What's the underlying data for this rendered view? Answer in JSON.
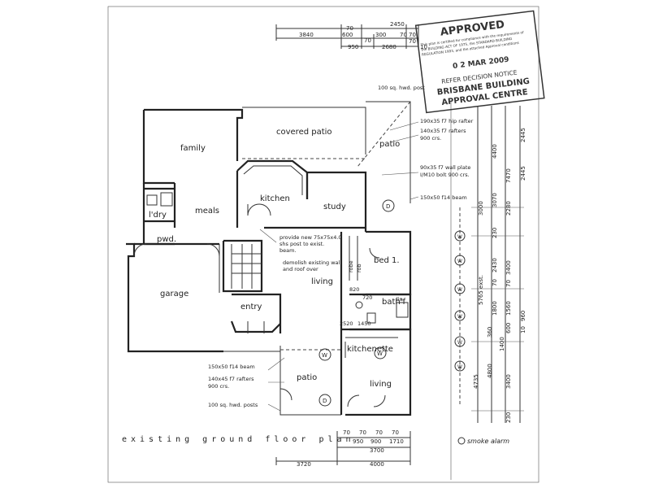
{
  "stamp": {
    "approved": "APPROVED",
    "fine_lines": [
      "This plan is certified for compliance with the requirements of",
      "the BUILDING ACT OF 1975, the STANDARD BUILDING",
      "REGULATION 1993, and the attached Approval conditions"
    ],
    "date": "0 2 MAR 2009",
    "refer": "REFER DECISION NOTICE",
    "org_line1": "BRISBANE BUILDING",
    "org_line2": "APPROVAL CENTRE"
  },
  "rooms": {
    "family": "family",
    "covered_patio": "covered patio",
    "patio_top": "patio",
    "meals": "meals",
    "kitchen": "kitchen",
    "study": "study",
    "ldry": "l'dry",
    "pwd": "pwd.",
    "garage": "garage",
    "living_main": "living",
    "bed": "bed 1.",
    "bath": "bath'f",
    "entry": "entry",
    "kitchenette": "kitchenette",
    "patio_bottom": "patio",
    "living_lower": "living"
  },
  "notes": {
    "post_top": "100 sq. hwd. post",
    "rafter_hip": "190x35 f7 hip rafter",
    "rafters_top_1": "140x35 f7 rafters",
    "rafters_top_2": "900 crs.",
    "wall_plate_1": "90x35 f7 wall plate",
    "wall_plate_2": "I/M10 bolt 900 crs.",
    "beam_top": "150x50 f14 beam",
    "provide_1": "provide new 75x75x4.0",
    "provide_2": "shs post to exist.",
    "provide_3": "beam.",
    "demolish_1": "demolish existing wall",
    "demolish_2": "and roof over",
    "beam_bottom": "150x50 f14 beam",
    "rafters_bottom_1": "140x45 f7 rafters",
    "rafters_bottom_2": "900 crs.",
    "posts_bottom": "100 sq. hwd. posts",
    "smoke_alarm": "smoke alarm",
    "robe": "robe",
    "rob": "rob",
    "linen": "lin."
  },
  "title": "existing ground floor plan",
  "dims_top": {
    "d2450": "2450",
    "d3840": "3840",
    "d70a": "70",
    "d600": "600",
    "d300": "300",
    "d70b": "70",
    "d950": "950",
    "d70c": "70",
    "d2680": "2680",
    "d70d": "70",
    "d70e": "70",
    "d10": "10"
  },
  "dims_bottom": {
    "b70a": "70",
    "b70b": "70",
    "b70c": "70",
    "b70d": "70",
    "b950": "950",
    "b900": "900",
    "b1710": "1710",
    "b3700": "3700",
    "b3720": "3720",
    "b4000": "4000"
  },
  "dims_right": {
    "r2445a": "2445",
    "r4400": "4400",
    "r7470": "7470",
    "r2445b": "2445",
    "r3070": "3070",
    "r3000": "3000",
    "r2280": "2280",
    "r230a": "230",
    "r3400a": "3400",
    "r2430": "2430",
    "r5765": "5765 exst.",
    "r70a": "70",
    "r70b": "70",
    "r1800": "1800",
    "r1560": "1560",
    "r960": "960",
    "r10": "10",
    "r600": "600",
    "r1400": "1400",
    "r360": "360",
    "r4800": "4800",
    "r4735": "4735",
    "r3400b": "3400",
    "r230b": "230",
    "r820": "820",
    "r720": "720",
    "r2520": "2520",
    "r1450": "1450"
  },
  "grid_markers": [
    "W",
    "W",
    "W",
    "W",
    "W",
    "W"
  ],
  "ceiling_markers": [
    "D",
    "W",
    "D",
    "W"
  ]
}
